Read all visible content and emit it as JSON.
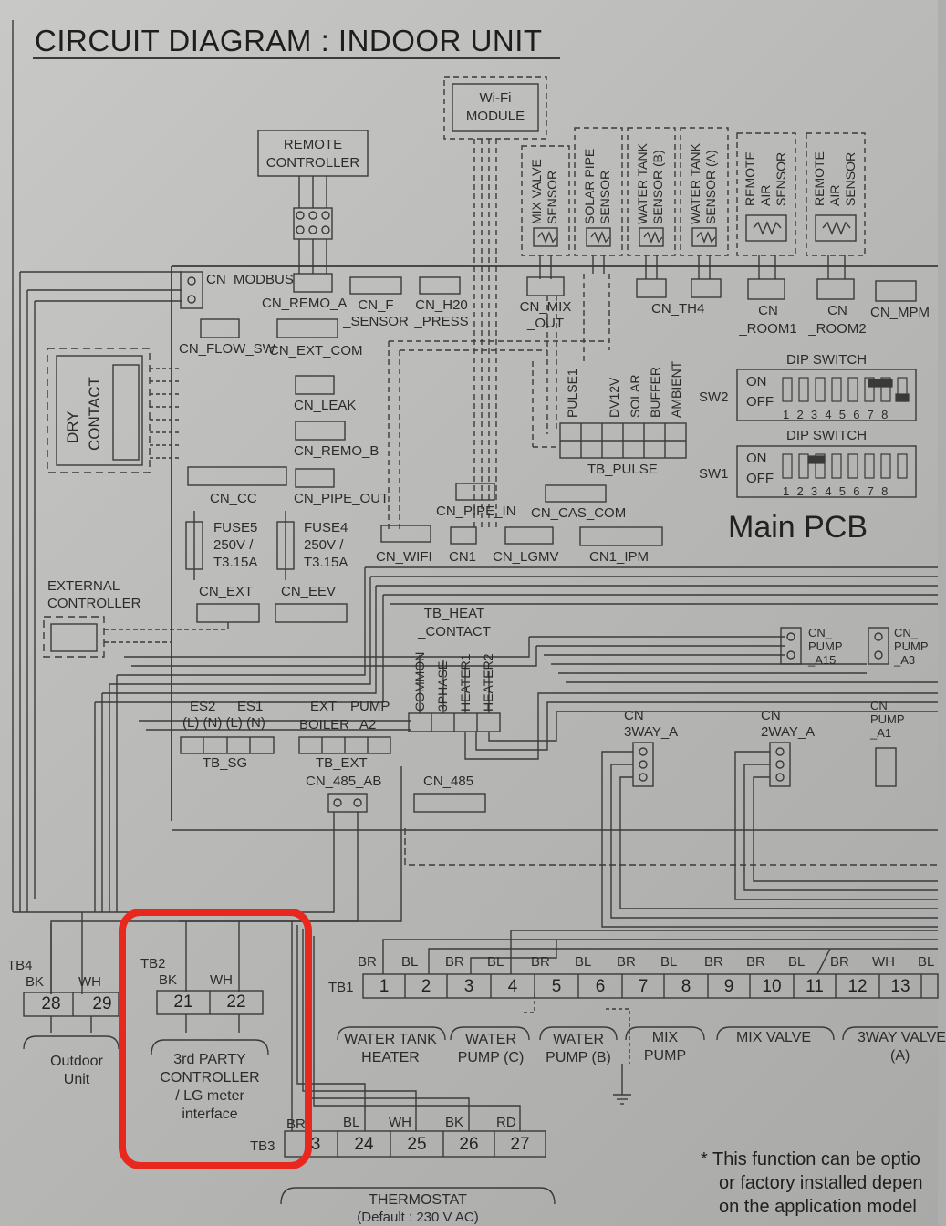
{
  "diagram": {
    "title": "CIRCUIT DIAGRAM : INDOOR UNIT",
    "main_pcb": "Main PCB",
    "wifi_module": [
      "Wi-Fi",
      "MODULE"
    ],
    "remote_controller": [
      "REMOTE",
      "CONTROLLER"
    ],
    "sensors": {
      "mix_valve": [
        "MIX VALVE",
        "SENSOR"
      ],
      "solar_pipe": [
        "SOLAR PIPE",
        "SENSOR"
      ],
      "water_tank_b": [
        "WATER TANK",
        "SENSOR (B)"
      ],
      "water_tank_a": [
        "WATER TANK",
        "SENSOR (A)"
      ],
      "remote_air_1": [
        "REMOTE",
        "AIR",
        "SENSOR"
      ],
      "remote_air_2": [
        "REMOTE",
        "AIR",
        "SENSOR"
      ]
    },
    "dry_contact": [
      "DRY",
      "CONTACT"
    ],
    "connectors": {
      "cn_modbus": "CN_MODBUS",
      "cn_remo_a": "CN_REMO_A",
      "cn_f_sensor": [
        "CN_F",
        "_SENSOR"
      ],
      "cn_h20_press": [
        "CN_H20",
        "_PRESS"
      ],
      "cn_mix_out": [
        "CN_MIX",
        "_OUT"
      ],
      "cn_th4": "CN_TH4",
      "cn_room1": [
        "CN",
        "_ROOM1"
      ],
      "cn_room2": [
        "CN",
        "_ROOM2"
      ],
      "cn_mpm": "CN_MPM",
      "cn_flow_sw": "CN_FLOW_SW",
      "cn_ext_com": "CN_EXT_COM",
      "cn_leak": "CN_LEAK",
      "cn_remo_b": "CN_REMO_B",
      "cn_cc": "CN_CC",
      "cn_pipe_out": "CN_PIPE_OUT",
      "cn_pipe_in": "CN_PIPE_IN",
      "cn_cas_com": "CN_CAS_COM",
      "cn_wifi": "CN_WIFI",
      "cn1": "CN1",
      "cn_lgmv": "CN_LGMV",
      "cn1_ipm": "CN1_IPM",
      "cn_ext": "CN_EXT",
      "cn_eev": "CN_EEV",
      "cn_485_ab": "CN_485_AB",
      "cn_485": "CN_485",
      "cn_pump_a15": [
        "CN_",
        "PUMP",
        "_A15"
      ],
      "cn_pump_a3": [
        "CN_",
        "PUMP",
        "_A3"
      ],
      "cn_pump_a1": [
        "CN_",
        "PUMP",
        "_A1"
      ],
      "cn_3way_a": [
        "CN_",
        "3WAY_A"
      ],
      "cn_2way_a": [
        "CN_",
        "2WAY_A"
      ]
    },
    "fuses": {
      "fuse5": [
        "FUSE5",
        "250V /",
        "T3.15A"
      ],
      "fuse4": [
        "FUSE4",
        "250V /",
        "T3.15A"
      ]
    },
    "tb_pulse": {
      "label": "TB_PULSE",
      "channels": [
        "PULSE1",
        "DV12V",
        "SOLAR",
        "BUFFER",
        "AMBIENT"
      ]
    },
    "dip_switch": {
      "title": "DIP SWITCH",
      "sw2": "SW2",
      "sw1": "SW1",
      "on": "ON",
      "off": "OFF",
      "positions": "1 2 3 4 5 6 7 8"
    },
    "external_controller": [
      "EXTERNAL",
      "CONTROLLER"
    ],
    "tb_heat_contact": {
      "label": [
        "TB_HEAT",
        "_CONTACT"
      ],
      "channels": [
        "COMMON",
        "3PHASE",
        "HEATER1",
        "HEATER2"
      ]
    },
    "tb_sg": {
      "label": "TB_SG",
      "top": [
        "ES2",
        "ES1"
      ],
      "pins": "(L) (N) (L) (N)"
    },
    "tb_ext": {
      "label": "TB_EXT",
      "top": [
        "EXT",
        "PUMP"
      ],
      "sub": [
        "BOILER",
        "A2"
      ]
    },
    "tb4": {
      "label": "TB4",
      "wires": [
        "BK",
        "WH"
      ],
      "terminals": [
        "28",
        "29"
      ],
      "caption": [
        "Outdoor",
        "Unit"
      ]
    },
    "tb2": {
      "label": "TB2",
      "wires": [
        "BK",
        "WH"
      ],
      "terminals": [
        "21",
        "22"
      ],
      "caption": [
        "3rd PARTY",
        "CONTROLLER",
        "/ LG meter",
        "interface"
      ]
    },
    "tb1": {
      "label": "TB1",
      "wires": [
        "BR",
        "BL",
        "BR",
        "BL",
        "BR",
        "BL",
        "BR",
        "BL",
        "BR",
        "BR",
        "BL",
        "BR",
        "WH",
        "BL"
      ],
      "terminals": [
        "1",
        "2",
        "3",
        "4",
        "5",
        "6",
        "7",
        "8",
        "9",
        "10",
        "11",
        "12",
        "13"
      ],
      "loads": [
        [
          "WATER TANK",
          "HEATER"
        ],
        [
          "WATER",
          "PUMP (C)"
        ],
        [
          "WATER",
          "PUMP (B)"
        ],
        [
          "MIX",
          "PUMP"
        ],
        [
          "MIX VALVE"
        ],
        [
          "3WAY VALVE",
          "(A)"
        ]
      ]
    },
    "tb3": {
      "label": "TB3",
      "wires": [
        "BR",
        "BL",
        "WH",
        "BK",
        "RD"
      ],
      "terminals": [
        "3",
        "24",
        "25",
        "26",
        "27"
      ],
      "caption": [
        "THERMOSTAT",
        "(Default : 230 V AC)"
      ]
    },
    "footnote": [
      "* This function can be optio",
      "or factory installed depen",
      "on the application model"
    ],
    "highlight_color": "#e8281f"
  }
}
